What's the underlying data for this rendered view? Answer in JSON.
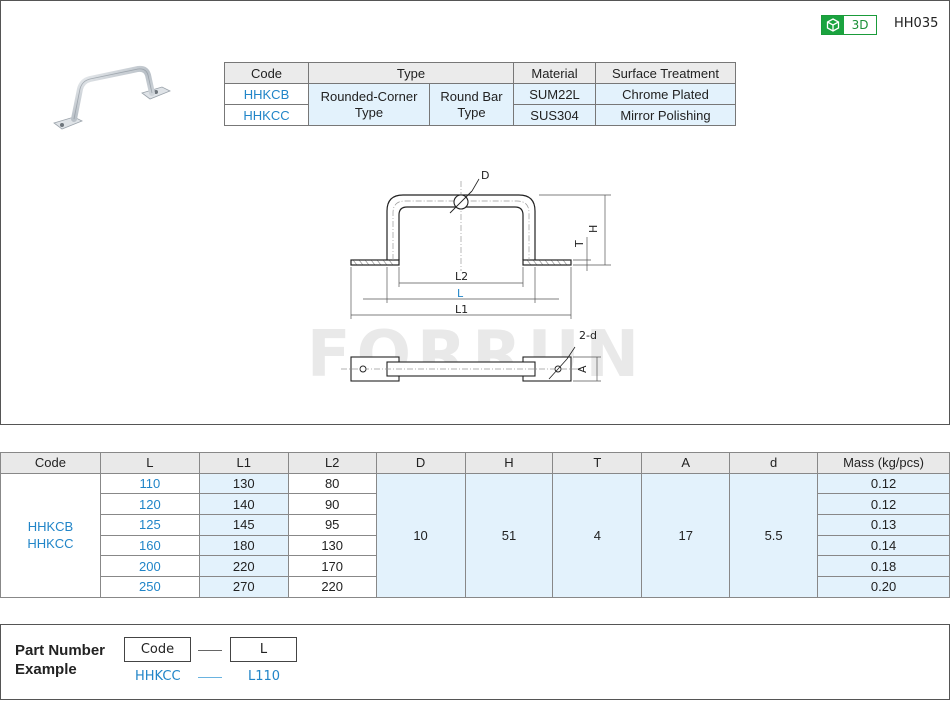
{
  "header": {
    "badge_label": "3D",
    "badge_icon": "cube-icon",
    "series_code": "HH035"
  },
  "material_table": {
    "headers": [
      "Code",
      "Type",
      "Material",
      "Surface Treatment"
    ],
    "rows": [
      {
        "code": "HHKCB",
        "material": "SUM22L",
        "surface": "Chrome Plated"
      },
      {
        "code": "HHKCC",
        "material": "SUS304",
        "surface": "Mirror Polishing"
      }
    ],
    "type_a": "Rounded-Corner Type",
    "type_b": "Round Bar Type"
  },
  "drawing_labels": {
    "D": "D",
    "H": "H",
    "T": "T",
    "L2": "L2",
    "L": "L",
    "L1": "L1",
    "holes": "2-d",
    "A": "A"
  },
  "watermark": "FORRUN",
  "spec_table": {
    "headers": [
      "Code",
      "L",
      "L1",
      "L2",
      "D",
      "H",
      "T",
      "A",
      "d",
      "Mass (kg/pcs)"
    ],
    "codes": [
      "HHKCB",
      "HHKCC"
    ],
    "rows": [
      {
        "L": "110",
        "L1": "130",
        "L2": "80",
        "mass": "0.12"
      },
      {
        "L": "120",
        "L1": "140",
        "L2": "90",
        "mass": "0.12"
      },
      {
        "L": "125",
        "L1": "145",
        "L2": "95",
        "mass": "0.13"
      },
      {
        "L": "160",
        "L1": "180",
        "L2": "130",
        "mass": "0.14"
      },
      {
        "L": "200",
        "L1": "220",
        "L2": "170",
        "mass": "0.18"
      },
      {
        "L": "250",
        "L1": "270",
        "L2": "220",
        "mass": "0.20"
      }
    ],
    "shared": {
      "D": "10",
      "H": "51",
      "T": "4",
      "A": "17",
      "d": "5.5"
    }
  },
  "part_number": {
    "title_line1": "Part Number",
    "title_line2": "Example",
    "box_code": "Code",
    "box_l": "L",
    "example_code": "HHKCC",
    "example_l": "L110"
  },
  "colors": {
    "accent_blue": "#2185c8",
    "cell_blue": "#e3f2fc",
    "badge_green": "#1aa33f"
  }
}
